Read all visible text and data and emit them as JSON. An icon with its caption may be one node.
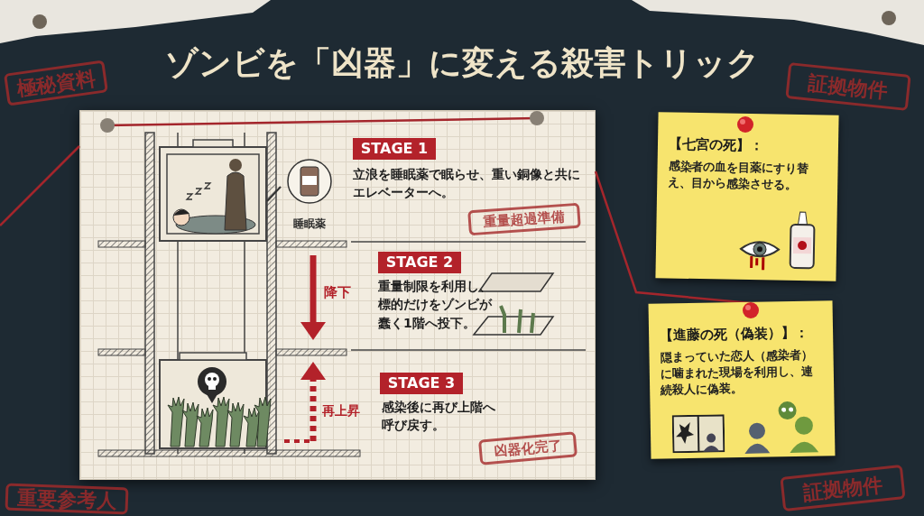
{
  "diagram": {
    "title": "ゾンビを「凶器」に変える殺害トリック",
    "nodes": [
      {
        "text": [],
        "shape": "box"
      },
      {
        "text": [
          "STAGE 1"
        ],
        "in": 0
      },
      {
        "text": [
          "STAGE 2"
        ],
        "in": 0
      },
      {
        "text": [
          "STAGE 3"
        ],
        "in": 0
      },
      {
        "text": [
          "重量超過準備"
        ],
        "in": 0
      },
      {
        "text": [
          "凶器化完了"
        ],
        "in": 0
      },
      {
        "text": [
          "【七宮の死】：",
          "感染者の血を目薬にすり替え、目から感染させる。"
        ]
      },
      {
        "text": [
          "【進藤の死（偽装）】：",
          "隠まっていた恋人（感染者）に噛まれた現場を利用し、連続殺人に偽装。"
        ]
      },
      {
        "text": [
          "極秘資料"
        ]
      },
      {
        "text": [
          "証拠物件"
        ]
      },
      {
        "text": [
          "重要参考人"
        ]
      },
      {
        "text": [
          "証拠物件"
        ]
      }
    ],
    "edges": [
      {
        "from": null,
        "to": 0,
        "arrow": "none"
      },
      {
        "from": 0,
        "to": 7,
        "arrow": "none"
      }
    ],
    "labels": [
      "睡眠薬",
      "立浪を睡眠薬で眠らせ、重い銅像と共にエレベーターへ。",
      "降下",
      "重量制限を利用し、標的だけをゾンビが蠢く1階へ投下。",
      "再上昇",
      "感染後に再び上階へ呼び戻す。"
    ]
  }
}
